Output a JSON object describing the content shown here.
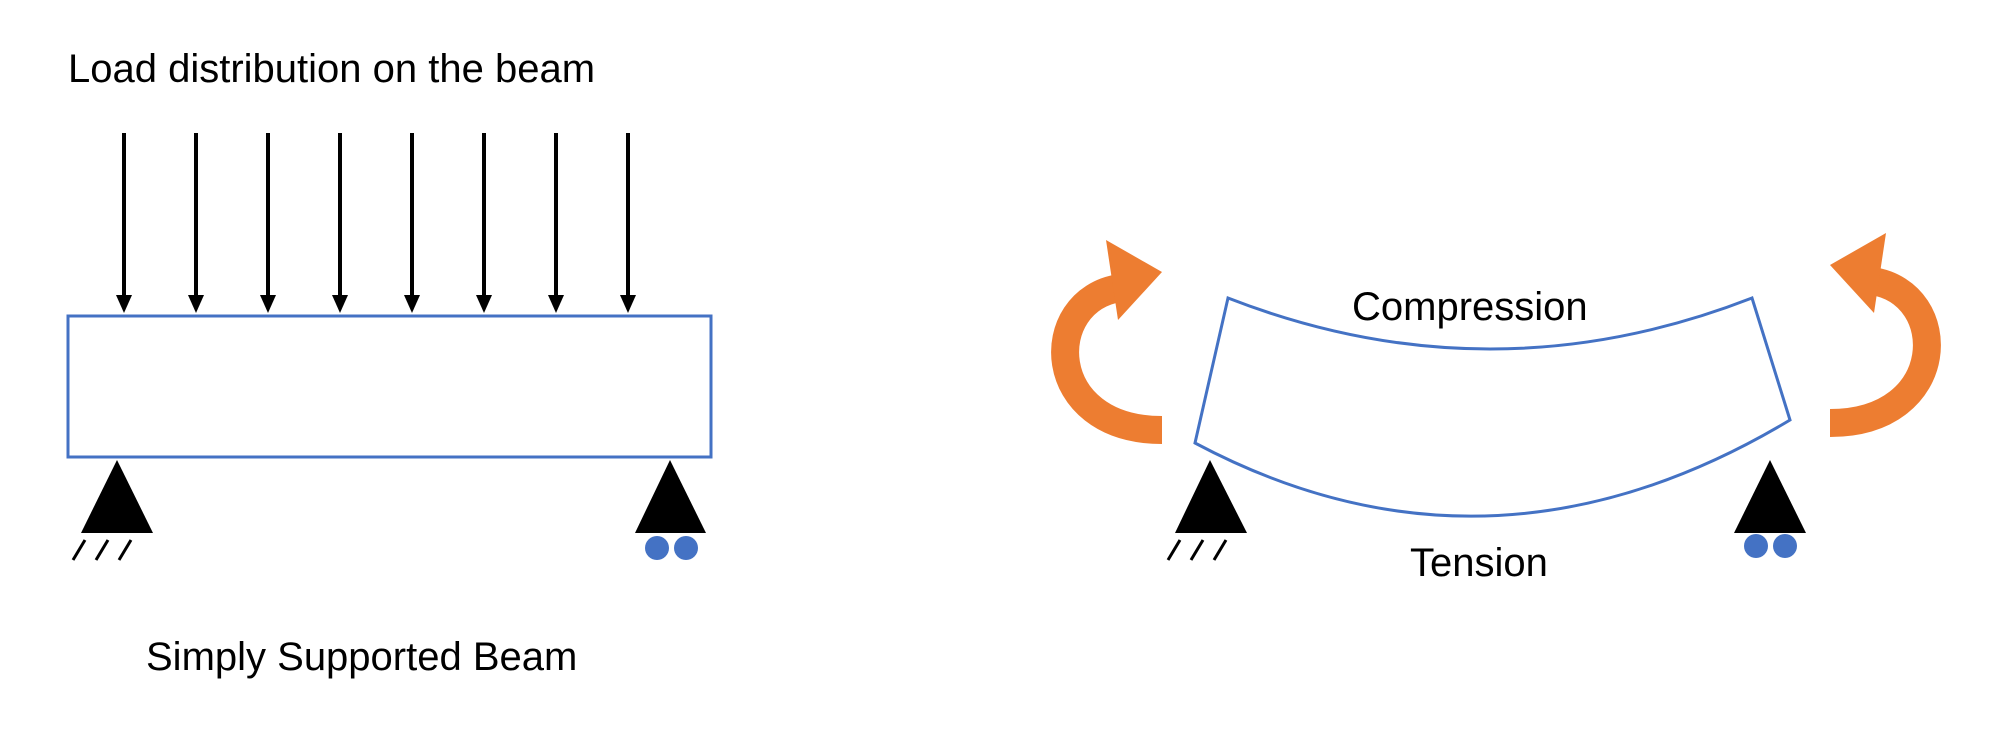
{
  "left_panel": {
    "title": "Load distribution on the beam",
    "caption": "Simply Supported Beam",
    "load_arrow_count": 8
  },
  "right_panel": {
    "top_label": "Compression",
    "bottom_label": "Tension"
  },
  "colors": {
    "beam_outline": "#4472C4",
    "roller": "#4472C4",
    "moment_arrow": "#ED7D31",
    "support": "#000000",
    "load_arrow": "#000000"
  }
}
